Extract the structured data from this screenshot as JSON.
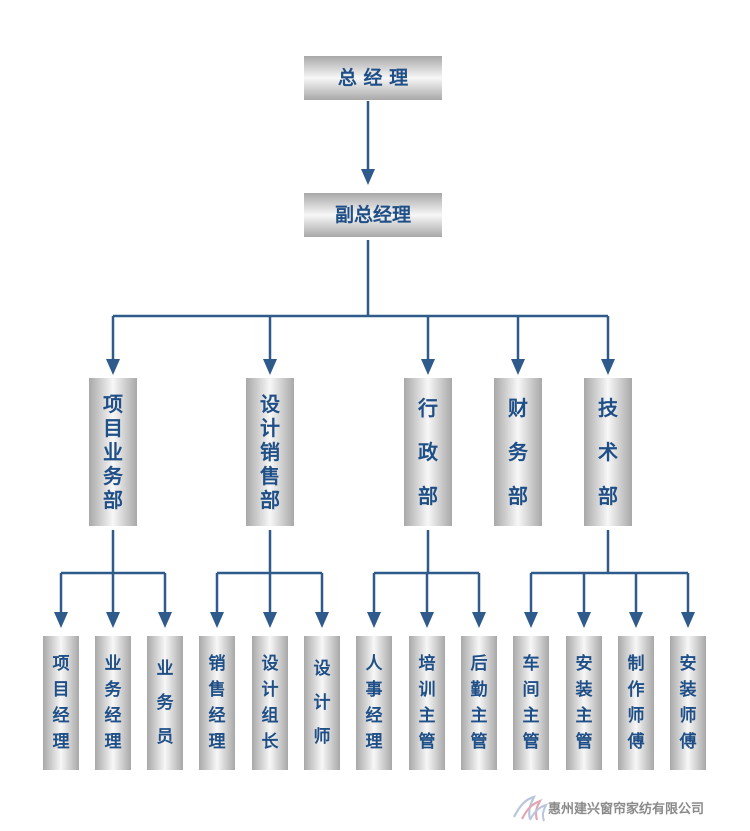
{
  "colors": {
    "line": "#2f5a8c",
    "text": "#1f4f86",
    "box_edge": "#a8a8a8",
    "box_mid": "#f7f7f7",
    "watermark": "#8a8a8a"
  },
  "nodes": {
    "gm": "总 经 理",
    "dgm": "副总经理",
    "dept_project": "项目业务部",
    "dept_design": "设计销售部",
    "dept_admin": "行政部",
    "dept_finance": "财务部",
    "dept_tech": "技术部",
    "s_project_manager": "项目经理",
    "s_business_manager": "业务经理",
    "s_salesman": "业务员",
    "s_sales_manager": "销售经理",
    "s_design_leader": "设计组长",
    "s_designer": "设计师",
    "s_hr_manager": "人事经理",
    "s_training": "培训主管",
    "s_logistics": "后勤主管",
    "s_workshop": "车间主管",
    "s_install_lead": "安装主管",
    "s_production": "制作师傅",
    "s_installer": "安装师傅"
  },
  "watermark": {
    "company": "惠州建兴窗帘家纺有限公司",
    "logo_icon": "curtain-logo-icon"
  }
}
